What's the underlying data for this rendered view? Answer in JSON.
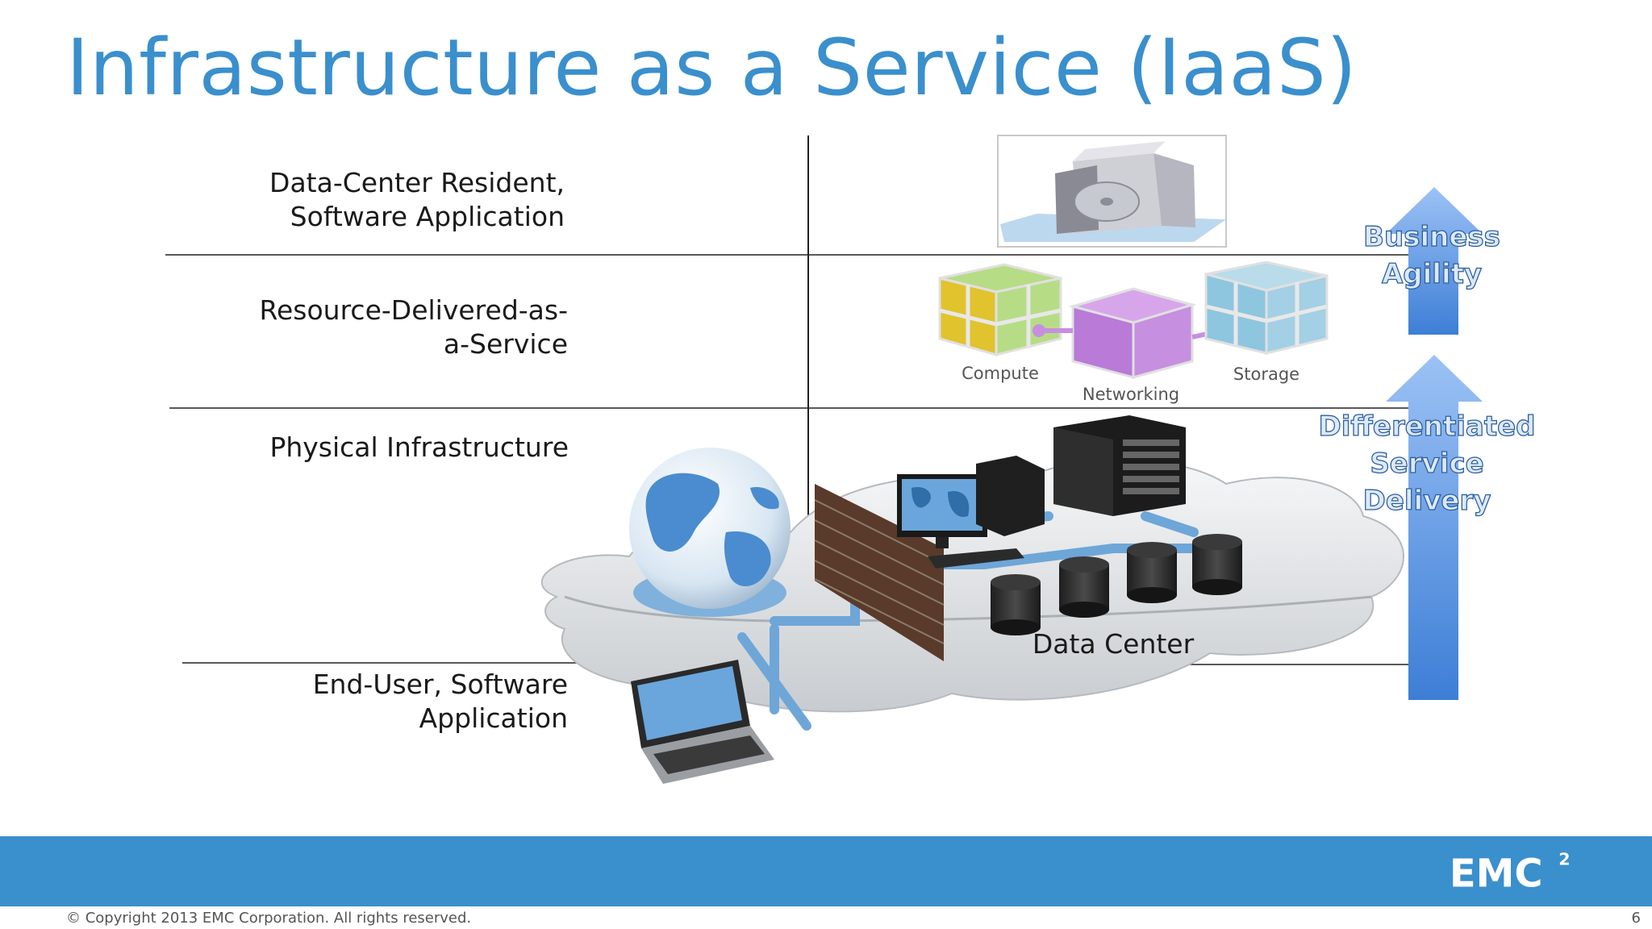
{
  "slide": {
    "title": "Infrastructure as a Service (IaaS)",
    "page_number": "6",
    "copyright": "© Copyright 2013 EMC Corporation. All rights reserved."
  },
  "layers": [
    {
      "line1": "Data-Center Resident,",
      "line2": "Software Application"
    },
    {
      "line1": "Resource-Delivered-as-",
      "line2": "a-Service"
    },
    {
      "line1": "Physical Infrastructure",
      "line2": ""
    },
    {
      "line1": "End-User, Software",
      "line2": "Application"
    }
  ],
  "resources": {
    "compute": "Compute",
    "networking": "Networking",
    "storage": "Storage"
  },
  "data_center_label": "Data Center",
  "arrows": {
    "business_agility": [
      "Business",
      "Agility"
    ],
    "service_delivery": [
      "Differentiated",
      "Service",
      "Delivery"
    ]
  },
  "logo": {
    "text": "EMC",
    "superscript": "2"
  },
  "colors": {
    "title": "#3a8fcd",
    "footer": "#3a8fcd",
    "arrow_light": "#8ab4f0",
    "arrow_dark": "#3f7fd4"
  }
}
